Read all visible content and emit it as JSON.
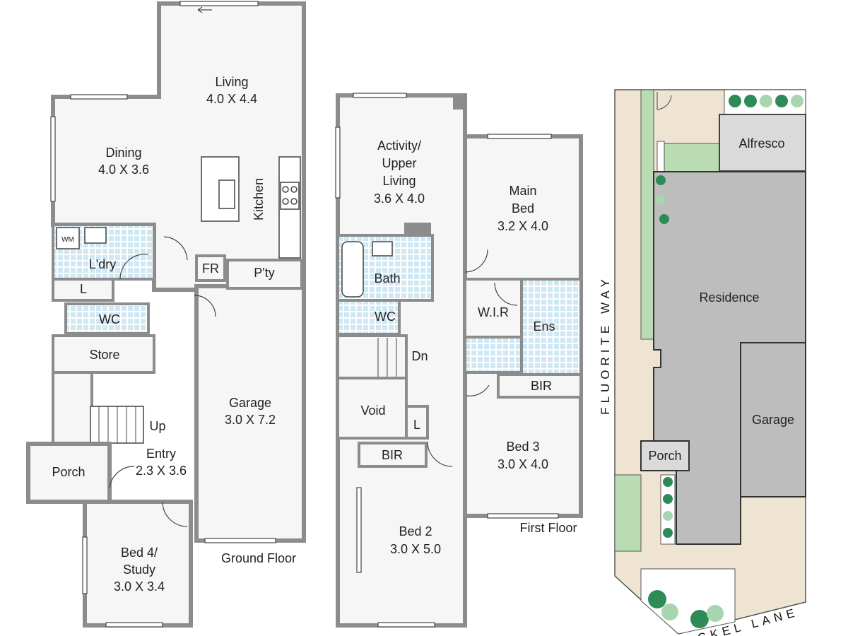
{
  "ground_floor": {
    "caption": "Ground Floor",
    "rooms": {
      "living": {
        "name": "Living",
        "size": "4.0 X 4.4"
      },
      "dining": {
        "name": "Dining",
        "size": "4.0 X 3.6"
      },
      "kitchen": {
        "name": "Kitchen"
      },
      "laundry": {
        "name": "L'dry"
      },
      "washing_machine": {
        "name": "WM"
      },
      "linen": {
        "name": "L"
      },
      "wc": {
        "name": "WC"
      },
      "fridge": {
        "name": "FR"
      },
      "pantry": {
        "name": "P'ty"
      },
      "store": {
        "name": "Store"
      },
      "stairs": {
        "name": "Up"
      },
      "porch": {
        "name": "Porch"
      },
      "entry": {
        "name": "Entry",
        "size": "2.3 X 3.6"
      },
      "garage": {
        "name": "Garage",
        "size": "3.0 X 7.2"
      },
      "bed4": {
        "name": "Bed 4/",
        "name2": "Study",
        "size": "3.0 X 3.4"
      }
    }
  },
  "first_floor": {
    "caption": "First Floor",
    "rooms": {
      "activity": {
        "name": "Activity/",
        "name2": "Upper",
        "name3": "Living",
        "size": "3.6 X 4.0"
      },
      "main_bed": {
        "name": "Main",
        "name2": "Bed",
        "size": "3.2 X 4.0"
      },
      "bath": {
        "name": "Bath"
      },
      "wc": {
        "name": "WC"
      },
      "wir": {
        "name": "W.I.R"
      },
      "ensuite": {
        "name": "Ens"
      },
      "stairs": {
        "name": "Dn"
      },
      "void": {
        "name": "Void"
      },
      "linen": {
        "name": "L"
      },
      "bir_bed3": {
        "name": "BIR"
      },
      "bir_bed2": {
        "name": "BIR"
      },
      "bed3": {
        "name": "Bed 3",
        "size": "3.0 X 4.0"
      },
      "bed2": {
        "name": "Bed 2",
        "size": "3.0 X 5.0"
      }
    }
  },
  "site_plan": {
    "street_side": "FLUORITE WAY",
    "street_front": "CKEL LANE",
    "areas": {
      "alfresco": "Alfresco",
      "residence": "Residence",
      "garage": "Garage",
      "porch": "Porch"
    },
    "colors": {
      "lot": "#efe4d2",
      "lawn": "#b9dcb2",
      "building": "#bdbdbd",
      "paved": "#dadada",
      "tree_dark": "#2e8b57",
      "tree_light": "#a8d5b0"
    }
  }
}
